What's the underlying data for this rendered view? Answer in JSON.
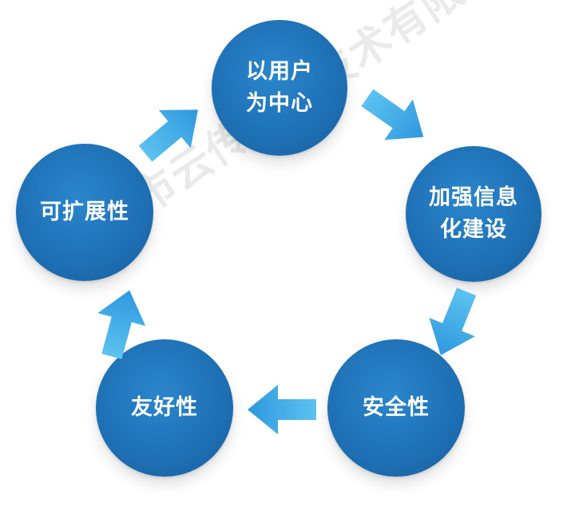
{
  "diagram": {
    "nodes": [
      {
        "id": "user-centered",
        "label": "以用户\n为中心"
      },
      {
        "id": "informatization",
        "label": "加强信息\n化建设"
      },
      {
        "id": "security",
        "label": "安全性"
      },
      {
        "id": "friendliness",
        "label": "友好性"
      },
      {
        "id": "scalability",
        "label": "可扩展性"
      }
    ],
    "watermark": "深圳市云传物联技术有限公司",
    "colors": {
      "node": "#1e6fb4",
      "arrow_light": "#5bc2f0",
      "arrow_dark": "#2f98de"
    }
  }
}
